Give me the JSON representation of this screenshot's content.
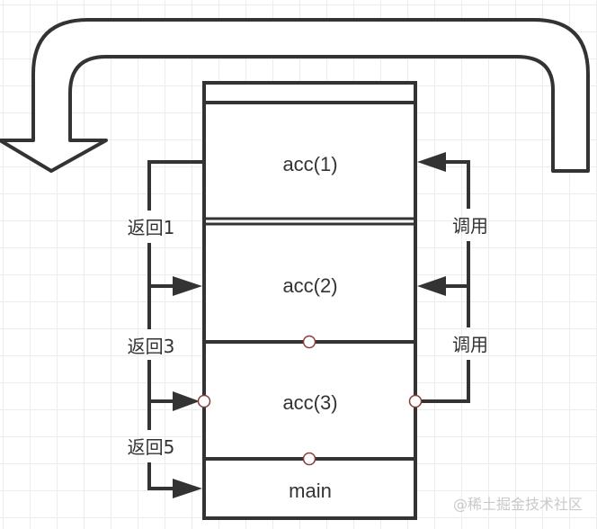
{
  "diagram": {
    "title": "Call stack of acc recursion",
    "frames": [
      {
        "id": "acc1",
        "label": "acc(1)"
      },
      {
        "id": "acc2",
        "label": "acc(2)"
      },
      {
        "id": "acc3",
        "label": "acc(3)"
      },
      {
        "id": "main",
        "label": "main"
      }
    ],
    "left_labels": [
      "返回1",
      "返回3",
      "返回5"
    ],
    "right_labels": [
      "调用",
      "调用"
    ],
    "big_arrow": {
      "meaning": "return-flow",
      "direction": "down-left"
    },
    "watermark": "@稀土掘金技术社区"
  },
  "colors": {
    "stroke": "#333333",
    "connector_point": "#8b3a3a",
    "grid": "#ececec",
    "background": "#ffffff"
  }
}
